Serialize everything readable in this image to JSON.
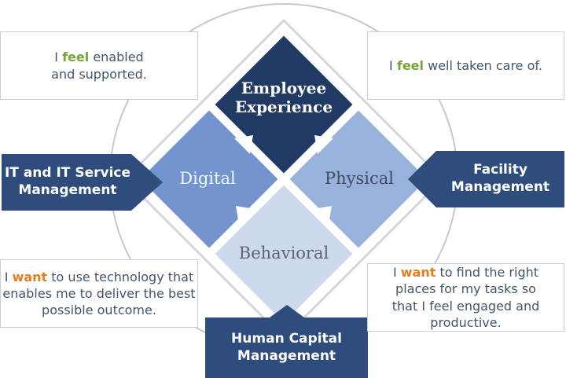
{
  "title": "Employee Experience diagram",
  "colors": {
    "navy_center": "#203A63",
    "banner_blue": "#2E4C7C",
    "digital_blue": "#7394CC",
    "physical_blue": "#99B2DC",
    "behavioral_blue": "#CDD9EE",
    "circle_gray": "#C8C8C8",
    "diamond_border_gray": "#D3D7DE",
    "quote_text": "#44546A",
    "keyword_green": "#79A338",
    "keyword_orange": "#E87D1E"
  },
  "icons": {
    "arrow_digital_to_center": "white-triangle-arrow",
    "arrow_physical_to_center": "white-triangle-arrow",
    "arrow_behavioral_to_digital": "white-triangle-arrow",
    "arrow_behavioral_to_physical": "white-triangle-arrow",
    "arrow_hcm_to_behavioral": "navy-triangle-arrow"
  },
  "diamonds": {
    "center": {
      "label": "Employee Experience"
    },
    "left": {
      "label": "Digital"
    },
    "right": {
      "label": "Physical"
    },
    "bottom": {
      "label": "Behavioral"
    }
  },
  "banners": {
    "left": {
      "label": "IT and IT Service Management"
    },
    "right": {
      "label": "Facility Management"
    },
    "bottom": {
      "label": "Human Capital Management"
    }
  },
  "quotes": {
    "top_left": {
      "pre": "I ",
      "keyword": "feel",
      "post": " enabled and supported."
    },
    "top_right": {
      "pre": "I ",
      "keyword": "feel",
      "post": " well taken care of."
    },
    "bottom_left": {
      "pre": "I ",
      "keyword": "want",
      "post": " to use technology that enables me to deliver the best possible outcome."
    },
    "bottom_right": {
      "pre": "I ",
      "keyword": "want",
      "post": " to find the right places for my tasks so that I feel engaged and productive."
    }
  }
}
